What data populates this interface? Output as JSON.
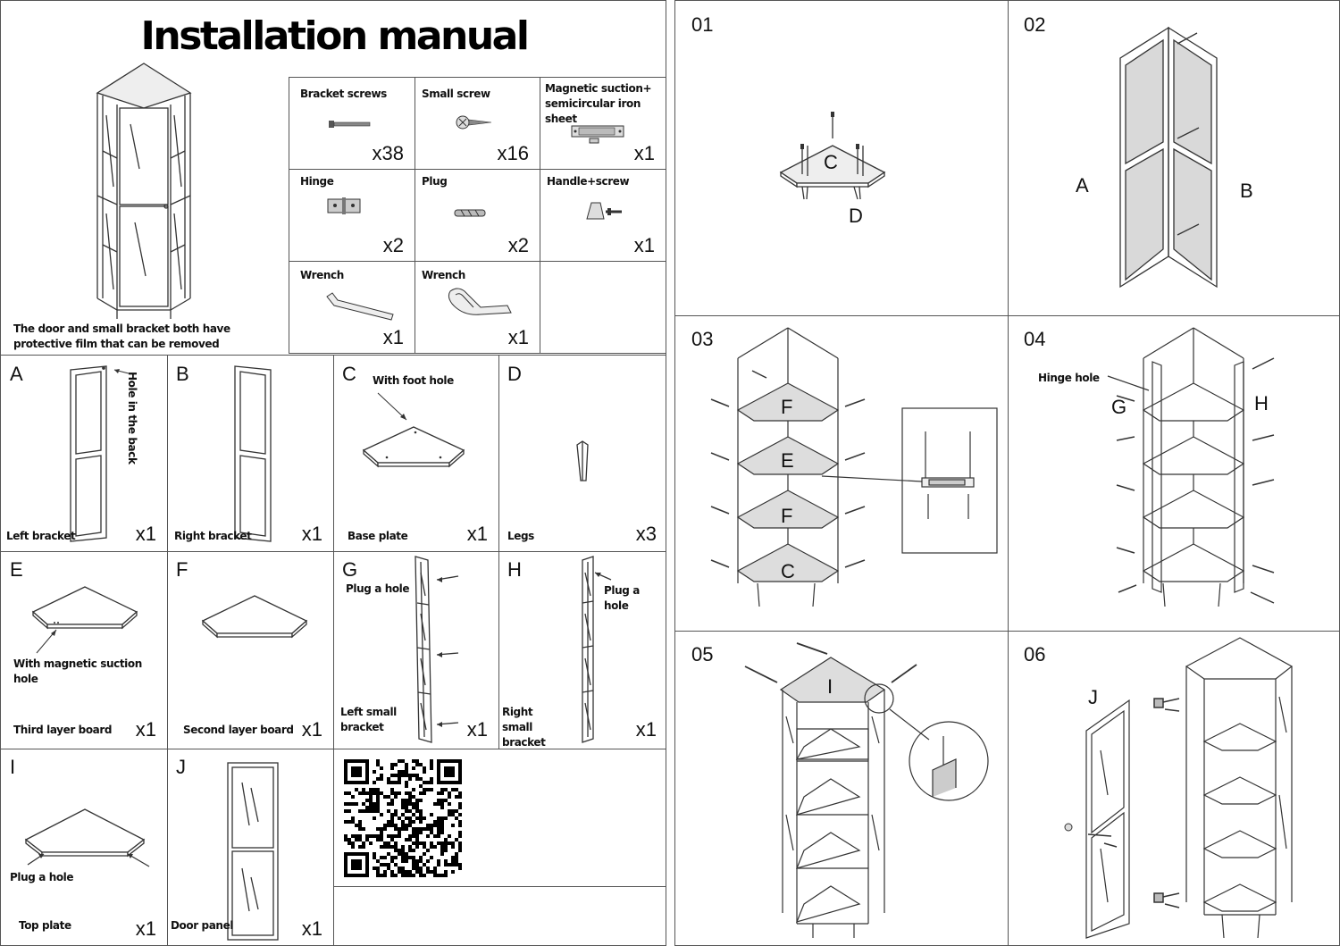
{
  "title": "Installation manual",
  "cabinet_note": "The door and small bracket both have protective film that can be removed",
  "hardware": [
    {
      "name": "Bracket screws",
      "qty": "x38",
      "icon": "bracket-screw-icon"
    },
    {
      "name": "Small screw",
      "qty": "x16",
      "icon": "small-screw-icon"
    },
    {
      "name": "Magnetic suction+ semicircular iron sheet",
      "qty": "x1",
      "icon": "magnet-icon"
    },
    {
      "name": "Hinge",
      "qty": "x2",
      "icon": "hinge-icon"
    },
    {
      "name": "Plug",
      "qty": "x2",
      "icon": "plug-icon"
    },
    {
      "name": "Handle+screw",
      "qty": "x1",
      "icon": "handle-icon"
    },
    {
      "name": "Wrench",
      "qty": "x1",
      "icon": "hex-wrench-icon"
    },
    {
      "name": "Wrench",
      "qty": "x1",
      "icon": "wrench-icon"
    }
  ],
  "parts": [
    {
      "letter": "A",
      "name": "Left bracket",
      "qty": "x1",
      "note": "Hole in the back"
    },
    {
      "letter": "B",
      "name": "Right bracket",
      "qty": "x1"
    },
    {
      "letter": "C",
      "name": "Base plate",
      "qty": "x1",
      "note": "With foot hole"
    },
    {
      "letter": "D",
      "name": "Legs",
      "qty": "x3"
    },
    {
      "letter": "E",
      "name": "Third layer board",
      "qty": "x1",
      "note": "With magnetic suction hole"
    },
    {
      "letter": "F",
      "name": "Second layer board",
      "qty": "x1"
    },
    {
      "letter": "G",
      "name": "Left small bracket",
      "qty": "x1",
      "note": "Plug a hole"
    },
    {
      "letter": "H",
      "name": "Right small bracket",
      "qty": "x1",
      "note": "Plug a hole"
    },
    {
      "letter": "I",
      "name": "Top plate",
      "qty": "x1",
      "note": "Plug a hole"
    },
    {
      "letter": "J",
      "name": "Door panel",
      "qty": "x1"
    }
  ],
  "steps": [
    {
      "num": "01",
      "labels": [
        "C",
        "D"
      ]
    },
    {
      "num": "02",
      "labels": [
        "A",
        "B"
      ]
    },
    {
      "num": "03",
      "labels": [
        "F",
        "E",
        "F",
        "C"
      ]
    },
    {
      "num": "04",
      "labels": [
        "G",
        "H"
      ],
      "note": "Hinge hole"
    },
    {
      "num": "05",
      "labels": [
        "I"
      ]
    },
    {
      "num": "06",
      "labels": [
        "J"
      ]
    }
  ]
}
